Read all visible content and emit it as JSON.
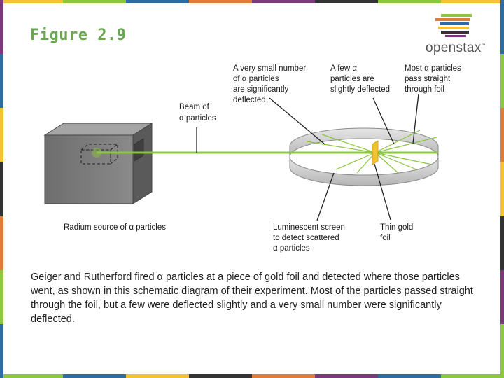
{
  "slide": {
    "title": "Figure 2.9",
    "caption": "Geiger and Rutherford fired α particles at a piece of gold foil and detected where those particles went, as shown in this schematic diagram of their experiment. Most of the particles passed straight through the foil, but a few were deflected slightly and a very small number were significantly deflected."
  },
  "logo": {
    "text": "openstax",
    "trademark": "™"
  },
  "figure": {
    "labels": {
      "beam": [
        "Beam of",
        "α particles"
      ],
      "significantly_deflected": [
        "A very small number",
        "of α particles",
        "are significantly",
        "deflected"
      ],
      "slightly_deflected": [
        "A few α",
        "particles are",
        "slightly deflected"
      ],
      "pass_straight": [
        "Most α particles",
        "pass straight",
        "through foil"
      ],
      "radium_source": [
        "Radium source of α particles"
      ],
      "screen": [
        "Luminescent screen",
        "to detect scattered",
        "α particles"
      ],
      "gold_foil": [
        "Thin gold",
        "foil"
      ]
    }
  },
  "colors": {
    "title": "#6aa84f",
    "beam": "#8dc63f",
    "gold_foil": "#f2c230",
    "box": "#777777",
    "screen": "#c8c8c8",
    "stripes": [
      "#2e6b9e",
      "#8dc63f",
      "#f2c230",
      "#e07b39",
      "#7a3a7a",
      "#333333"
    ]
  }
}
